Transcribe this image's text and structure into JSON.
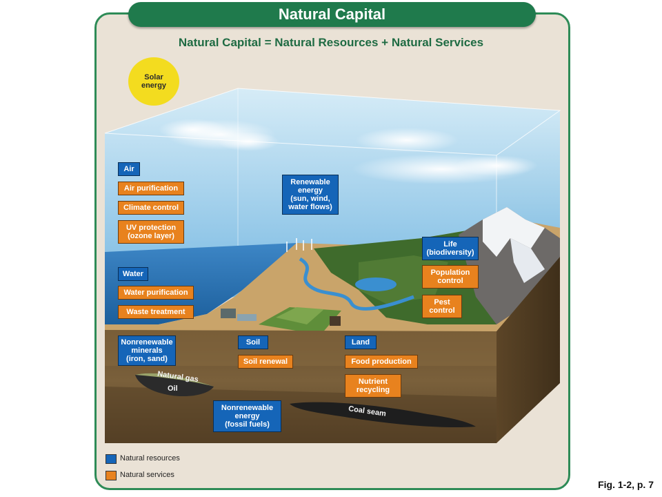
{
  "header": {
    "title": "Natural Capital",
    "subtitle": "Natural Capital = Natural Resources + Natural Services"
  },
  "sun": {
    "label_line1": "Solar",
    "label_line2": "energy",
    "color": "#f3dc1f"
  },
  "resources": {
    "air": "Air",
    "water": "Water",
    "renewable_energy": [
      "Renewable",
      "energy",
      "(sun, wind,",
      "water flows)"
    ],
    "life": [
      "Life",
      "(biodiversity)"
    ],
    "nonrenewable_minerals": [
      "Nonrenewable",
      "minerals",
      "(iron, sand)"
    ],
    "soil": "Soil",
    "land": "Land",
    "nonrenewable_energy": [
      "Nonrenewable",
      "energy",
      "(fossil fuels)"
    ]
  },
  "services": {
    "air_purification": "Air purification",
    "climate_control": "Climate control",
    "uv_protection": [
      "UV protection",
      "(ozone layer)"
    ],
    "water_purification": "Water purification",
    "waste_treatment": "Waste treatment",
    "population_control": [
      "Population",
      "control"
    ],
    "pest_control": [
      "Pest",
      "control"
    ],
    "soil_renewal": "Soil renewal",
    "food_production": "Food production",
    "nutrient_recycling": [
      "Nutrient",
      "recycling"
    ]
  },
  "ground_labels": {
    "natural_gas": "Natural gas",
    "oil": "Oil",
    "coal_seam": "Coal seam"
  },
  "legend": {
    "resources_label": "Natural resources",
    "services_label": "Natural services"
  },
  "colors": {
    "resource_blue": "#1565b8",
    "service_orange": "#e8821e",
    "frame_green": "#2e8b57",
    "title_green": "#1f7a4c"
  },
  "figure_ref": "Fig. 1-2, p. 7"
}
